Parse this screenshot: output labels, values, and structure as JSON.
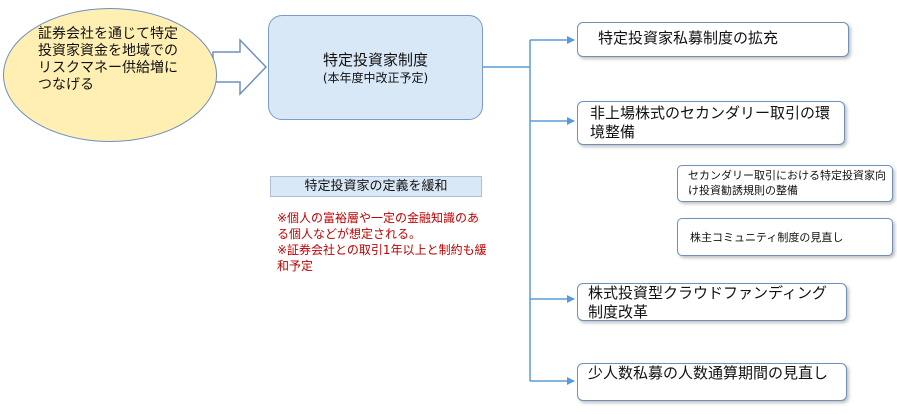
{
  "ellipse_text": "証券会社を通じて特定投資家資金を地域でのリスクマネー供給増につなげる",
  "hub": {
    "title": "特定投資家制度",
    "subtitle": "(本年度中改正予定)"
  },
  "relax_label": "特定投資家の定義を緩和",
  "notes": [
    "※個人の富裕層や一定の金融知識のある個人などが想定される。",
    "※証券会社との取引1年以上と制約も緩和予定"
  ],
  "branches": [
    "特定投資家私募制度の拡充",
    "非上場株式のセカンダリー取引の環境整備",
    "セカンダリー取引における特定投資家向け投資勧誘規則の整備",
    "株主コミュニティ制度の見直し",
    "株式投資型クラウドファンディング制度改革",
    "少人数私募の人数通算期間の見直し"
  ],
  "colors": {
    "ellipse_fill": "#ffefb3",
    "hub_fill": "#d9e8f6",
    "connector": "#5b9bd5",
    "note_text": "#c00000"
  }
}
